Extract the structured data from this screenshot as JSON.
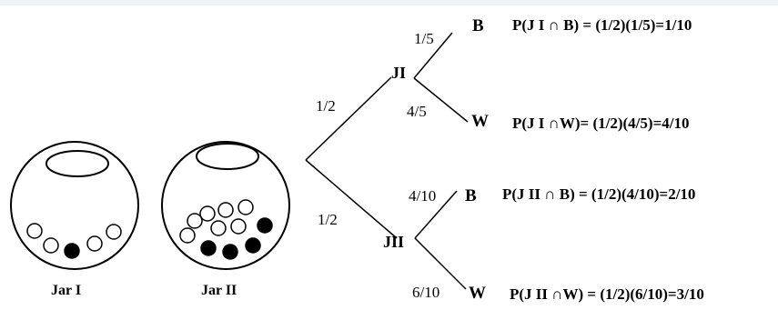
{
  "jars": [
    {
      "label": "Jar I"
    },
    {
      "label": "Jar II"
    }
  ],
  "tree": {
    "first_branches": [
      "1/2",
      "1/2"
    ],
    "nodes": [
      "JI",
      "JII"
    ],
    "jar1_branches": [
      "1/5",
      "4/5"
    ],
    "jar2_branches": [
      "4/10",
      "6/10"
    ],
    "leaves": [
      "B",
      "W",
      "B",
      "W"
    ]
  },
  "probabilities": [
    "P(J I ∩ B) = (1/2)(1/5)=1/10",
    "P(J I ∩W)= (1/2)(4/5)=4/10",
    "P(J II ∩ B)  = (1/2)(4/10)=2/10",
    "P(J II ∩W) = (1/2)(6/10)=3/10"
  ]
}
